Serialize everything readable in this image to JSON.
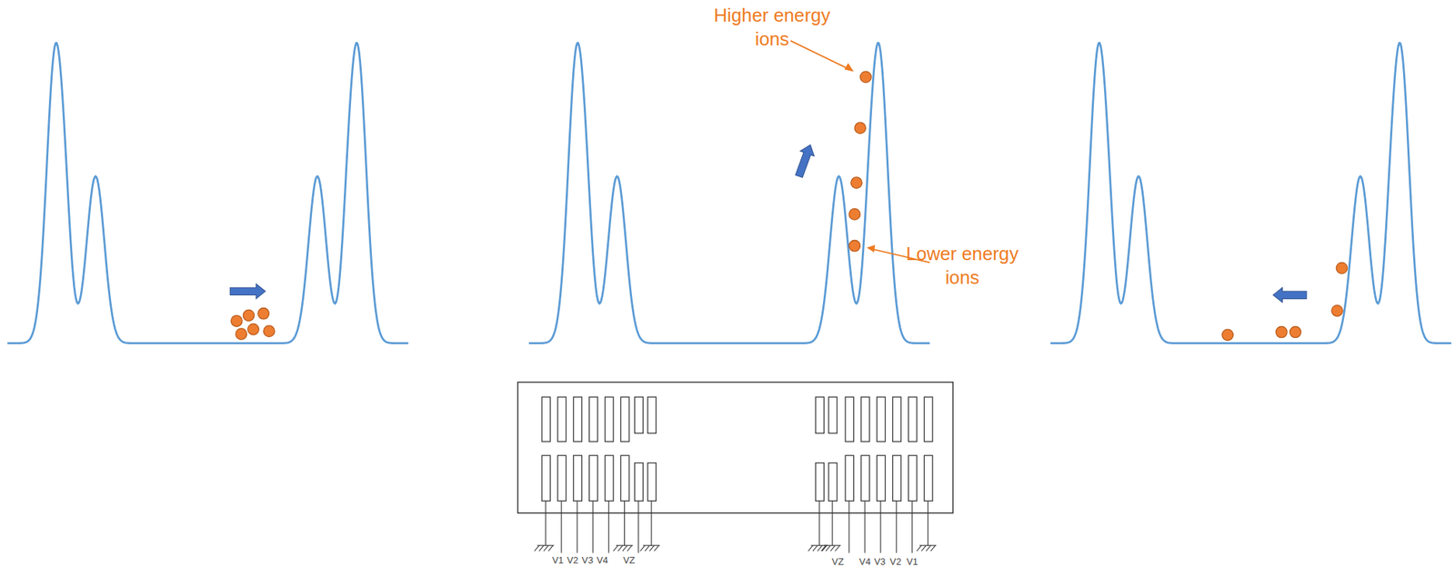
{
  "diagram": {
    "labels": [
      "Higher energy ions",
      "Lower energy ions",
      "V1",
      "V2",
      "V3",
      "V4",
      "VZ",
      "VZ",
      "V4",
      "V3",
      "V2",
      "V1"
    ]
  }
}
